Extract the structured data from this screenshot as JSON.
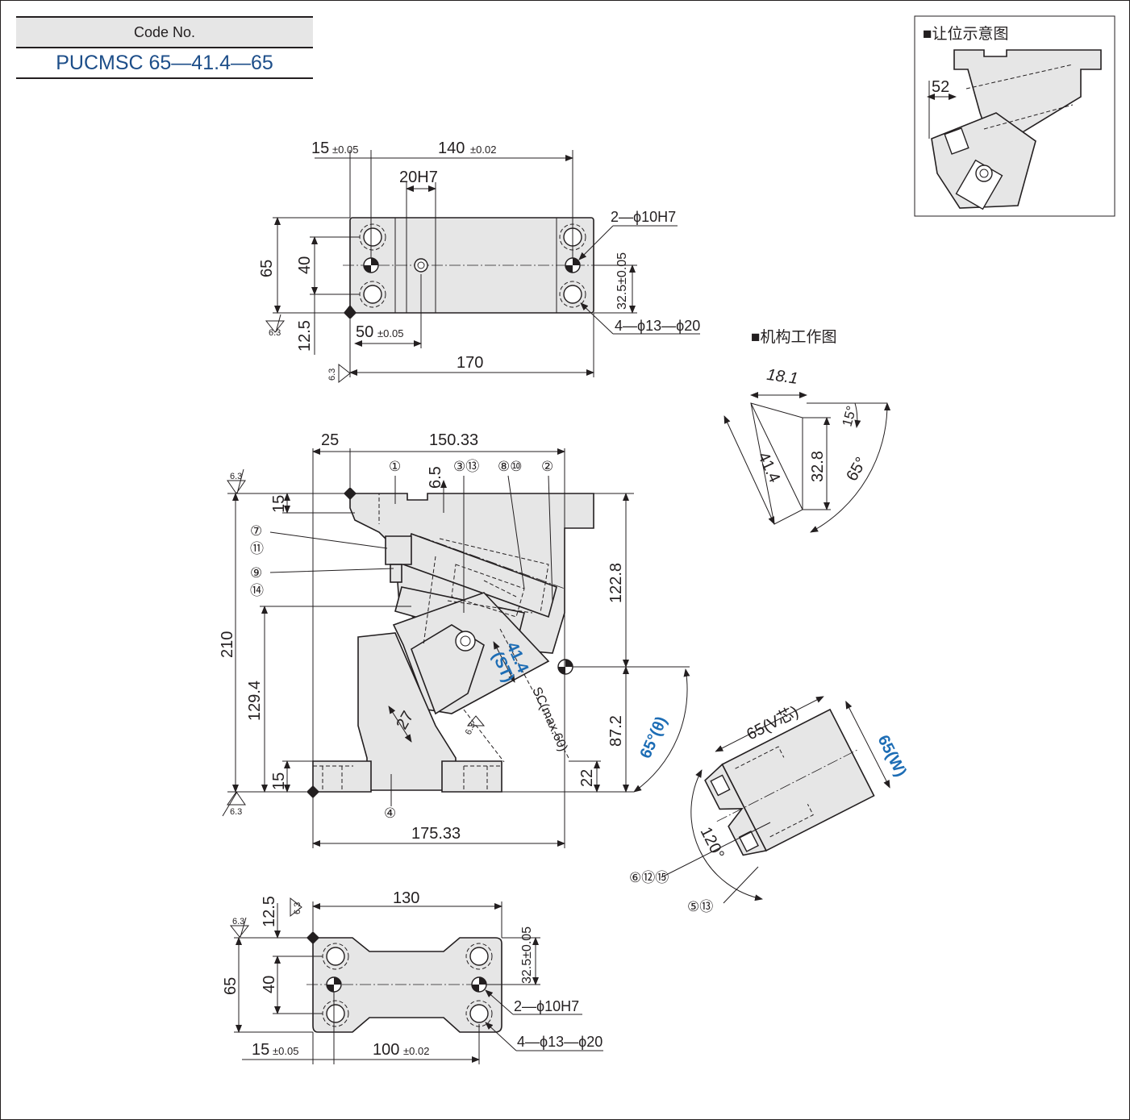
{
  "code": {
    "label": "Code No.",
    "value": "PUCMSC 65—41.4—65"
  },
  "inset": {
    "title": "■让位示意图",
    "dim": "52"
  },
  "mechanism": {
    "title": "■机构工作图",
    "d1": "18.1",
    "d2": "41.4",
    "d3": "32.8",
    "a1": "15°",
    "a2": "65°"
  },
  "top_view": {
    "d15": "15",
    "tol005": "±0.05",
    "d140": "140",
    "tol002": "±0.02",
    "d20h7": "20H7",
    "d65": "65",
    "d40": "40",
    "d12_5": "12.5",
    "d50": "50",
    "d170": "170",
    "d32_5": "32.5±0.05",
    "pin_note": "2—ϕ10H7",
    "hole_note": "4—ϕ13—ϕ20",
    "rough": "6.3"
  },
  "front_view": {
    "d25": "25",
    "d150_33": "150.33",
    "d6_5": "6.5",
    "d15": "15",
    "d210": "210",
    "d129_4": "129.4",
    "d122_8": "122.8",
    "d87_2": "87.2",
    "d27": "27",
    "d22": "22",
    "d175_33": "175.33",
    "st": "41.4",
    "st_label": "(ST)",
    "sc": "SC(max.60)",
    "angle": "65°(θ)",
    "rough": "6.3",
    "parts": [
      "①",
      "③⑬",
      "⑧⑩",
      "②",
      "⑦",
      "⑪",
      "⑨",
      "⑭",
      "④"
    ]
  },
  "side_view": {
    "v": "65(V芯)",
    "w": "65(W)",
    "angle": "120°",
    "p1": "⑥⑫⑮",
    "p2": "⑤⑬"
  },
  "bottom_view": {
    "d130": "130",
    "d12_5": "12.5",
    "d65": "65",
    "d40": "40",
    "d32_5": "32.5±0.05",
    "d15": "15",
    "tol005": "±0.05",
    "d100": "100",
    "tol002": "±0.02",
    "pin_note": "2—ϕ10H7",
    "hole_note": "4—ϕ13—ϕ20",
    "rough": "6.3"
  }
}
